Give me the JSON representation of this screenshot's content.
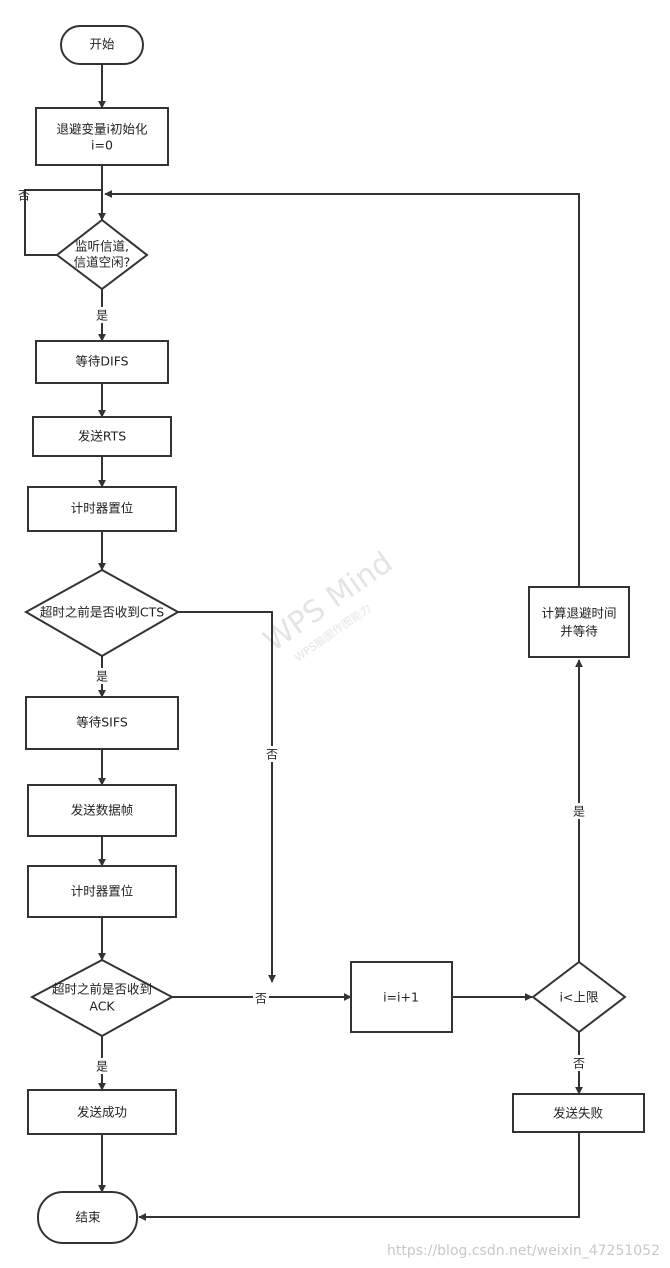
{
  "nodes": {
    "start": "开始",
    "init_line1": "退避变量i初始化",
    "init_line2": "i=0",
    "listen_line1": "监听信道,",
    "listen_line2": "信道空闲?",
    "wait_difs": "等待DIFS",
    "send_rts": "发送RTS",
    "timer_reset_1": "计时器置位",
    "cts_check": "超时之前是否收到CTS",
    "wait_sifs": "等待SIFS",
    "send_data": "发送数据帧",
    "timer_reset_2": "计时器置位",
    "ack_line1": "超时之前是否收到",
    "ack_line2": "ACK",
    "send_success": "发送成功",
    "end": "结束",
    "increment": "i=i+1",
    "limit_check": "i<上限",
    "backoff_line1": "计算退避时间",
    "backoff_line2": "并等待",
    "send_fail": "发送失败"
  },
  "edge_labels": {
    "listen_no": "否",
    "listen_yes": "是",
    "cts_yes": "是",
    "cts_no": "否",
    "ack_yes": "是",
    "ack_no": "否",
    "limit_yes": "是",
    "limit_no": "否"
  },
  "watermark": {
    "title": "WPS Mind",
    "subtitle": "WPS脑图作图能力"
  },
  "credit": "https://blog.csdn.net/weixin_47251052"
}
